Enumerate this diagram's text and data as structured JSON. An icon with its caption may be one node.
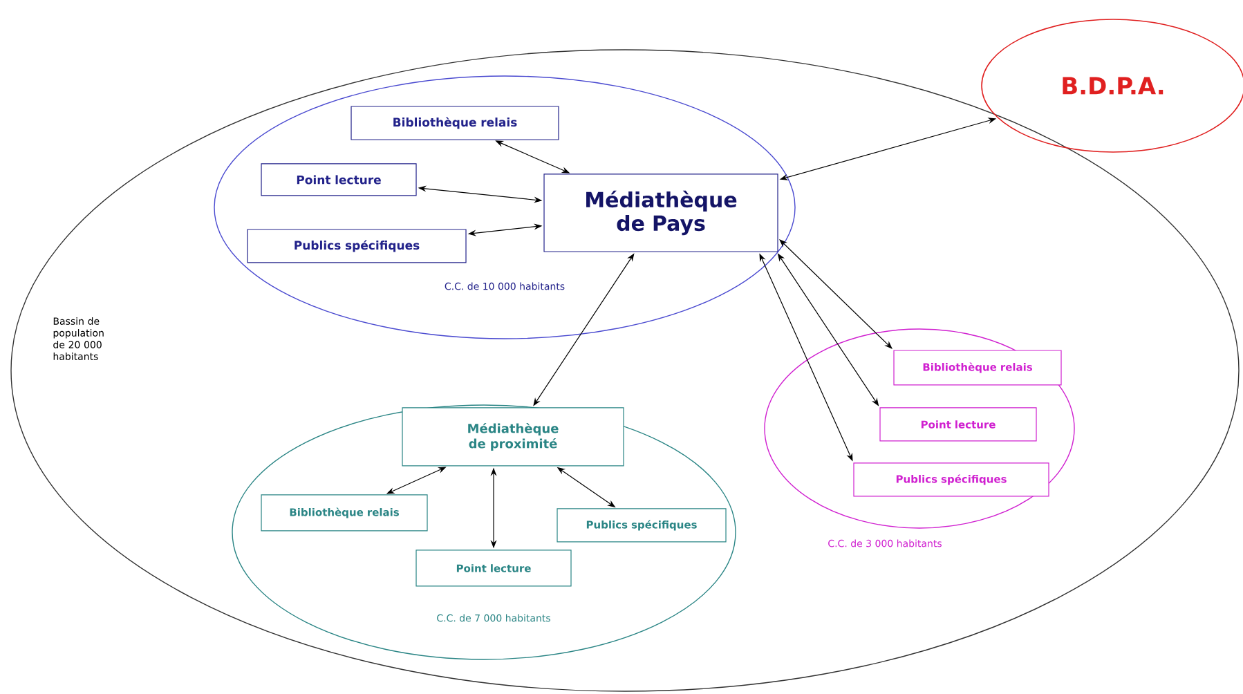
{
  "diagram": {
    "nodes": [
      {
        "text": [
          "Bassin de population de 20 000 habitants"
        ]
      },
      {
        "text": [
          "B.D.P.A."
        ]
      },
      {
        "text": [
          "C.C. de 10 000 habitants"
        ],
        "in": 0
      },
      {
        "text": [
          "Bibliothèque relais"
        ],
        "in": 2
      },
      {
        "text": [
          "Point lecture"
        ],
        "in": 2
      },
      {
        "text": [
          "Publics spécifiques"
        ],
        "in": 2
      },
      {
        "text": [
          "Médiathèque de Pays"
        ],
        "in": 2
      },
      {
        "text": [
          "C.C. de 7 000 habitants"
        ],
        "in": 0
      },
      {
        "text": [
          "Médiathèque de proximité"
        ],
        "in": 7
      },
      {
        "text": [
          "Bibliothèque relais"
        ],
        "in": 7
      },
      {
        "text": [
          "Point lecture"
        ],
        "in": 7
      },
      {
        "text": [
          "Publics spécifiques"
        ],
        "in": 7
      },
      {
        "text": [
          "C.C. de 3 000 habitants"
        ],
        "in": 0
      },
      {
        "text": [
          "Bibliothèque relais"
        ],
        "in": 12
      },
      {
        "text": [
          "Point lecture"
        ],
        "in": 12
      },
      {
        "text": [
          "Publics spécifiques"
        ],
        "in": 12
      }
    ],
    "edges": [
      {
        "from": 6,
        "to": 1,
        "arrow": "both"
      },
      {
        "from": 3,
        "to": 6,
        "arrow": "both"
      },
      {
        "from": 4,
        "to": 6,
        "arrow": "both"
      },
      {
        "from": 5,
        "to": 6,
        "arrow": "both"
      },
      {
        "from": 6,
        "to": 8,
        "arrow": "both"
      },
      {
        "from": 6,
        "to": 13,
        "arrow": "both"
      },
      {
        "from": 6,
        "to": 14,
        "arrow": "both"
      },
      {
        "from": 6,
        "to": 15,
        "arrow": "both"
      },
      {
        "from": 8,
        "to": 9,
        "arrow": "both"
      },
      {
        "from": 8,
        "to": 10,
        "arrow": "both"
      },
      {
        "from": 8,
        "to": 11,
        "arrow": "both"
      }
    ]
  }
}
